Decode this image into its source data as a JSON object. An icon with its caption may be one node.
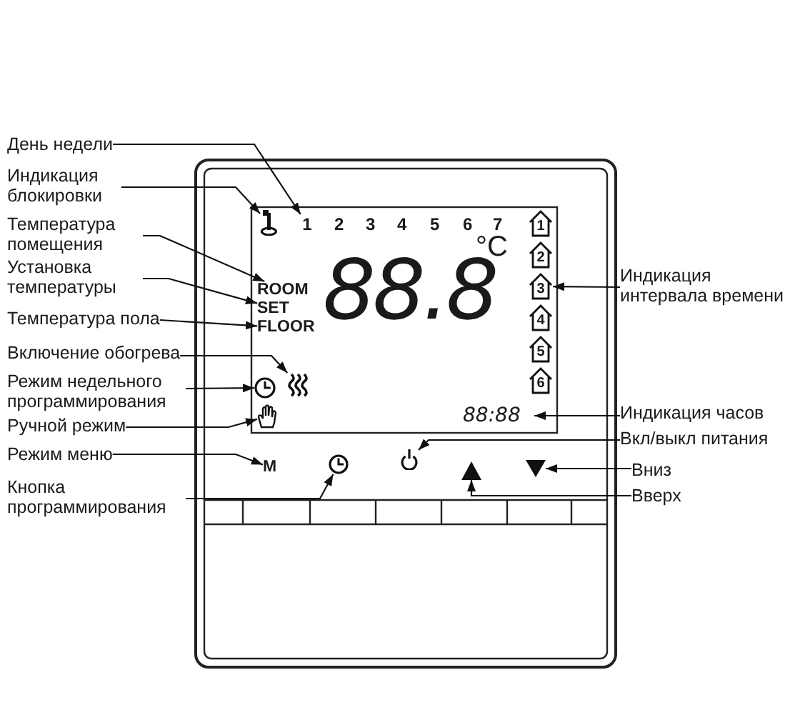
{
  "diagram": {
    "nodes": [
      {
        "text": [
          "День недели"
        ]
      },
      {
        "text": [
          "Индикация блокировки"
        ]
      },
      {
        "text": [
          "Температура помещения"
        ]
      },
      {
        "text": [
          "Установка температуры"
        ]
      },
      {
        "text": [
          "Температура пола"
        ]
      },
      {
        "text": [
          "Включение обогрева"
        ]
      },
      {
        "text": [
          "Режим недельного программирования"
        ]
      },
      {
        "text": [
          "Ручной режим"
        ]
      },
      {
        "text": [
          "Режим меню"
        ]
      },
      {
        "text": [
          "Кнопка программирования"
        ]
      },
      {
        "text": [
          "Индикация интервала времени"
        ]
      },
      {
        "text": [
          "Индикация часов"
        ]
      },
      {
        "text": [
          "Вкл/выкл питания"
        ]
      },
      {
        "text": [
          "Вниз"
        ]
      },
      {
        "text": [
          "Вверх"
        ]
      },
      {
        "text": [
          "1"
        ]
      },
      {
        "text": [],
        "shape": "key"
      },
      {
        "text": [
          "ROOM"
        ]
      },
      {
        "text": [
          "SET"
        ]
      },
      {
        "text": [
          "FLOOR"
        ]
      },
      {
        "text": [],
        "shape": "waves"
      },
      {
        "text": [],
        "shape": "clock"
      },
      {
        "text": [],
        "shape": "hand"
      },
      {
        "text": [
          "M"
        ]
      },
      {
        "text": [],
        "shape": "clock"
      },
      {
        "text": [
          "1"
        ]
      },
      {
        "text": [
          "2"
        ]
      },
      {
        "text": [
          "3"
        ]
      },
      {
        "text": [
          "4"
        ]
      },
      {
        "text": [
          "5"
        ]
      },
      {
        "text": [
          "6"
        ]
      },
      {
        "text": [
          "88:88"
        ]
      },
      {
        "text": [],
        "shape": "power"
      },
      {
        "text": [],
        "shape": "triangle"
      },
      {
        "text": [],
        "shape": "triangle"
      }
    ],
    "edges": [
      {
        "from": 0,
        "to": 15,
        "arrow": "to"
      },
      {
        "from": 1,
        "to": 16,
        "arrow": "to"
      },
      {
        "from": 2,
        "to": 17,
        "arrow": "to"
      },
      {
        "from": 3,
        "to": 18,
        "arrow": "to"
      },
      {
        "from": 4,
        "to": 19,
        "arrow": "to"
      },
      {
        "from": 5,
        "to": 20,
        "arrow": "to"
      },
      {
        "from": 6,
        "to": 21,
        "arrow": "to"
      },
      {
        "from": 7,
        "to": 22,
        "arrow": "to"
      },
      {
        "from": 8,
        "to": 23,
        "arrow": "to"
      },
      {
        "from": 9,
        "to": 24,
        "arrow": "to"
      },
      {
        "from": 10,
        "to": 27,
        "arrow": "to"
      },
      {
        "from": 11,
        "to": 31,
        "arrow": "to"
      },
      {
        "from": 12,
        "to": 32,
        "arrow": "to"
      },
      {
        "from": 13,
        "to": 34,
        "arrow": "to"
      },
      {
        "from": 14,
        "to": 33,
        "arrow": "to"
      }
    ],
    "labels": [
      "2",
      "3",
      "4",
      "5",
      "6",
      "7",
      "88.8",
      "°C"
    ]
  }
}
